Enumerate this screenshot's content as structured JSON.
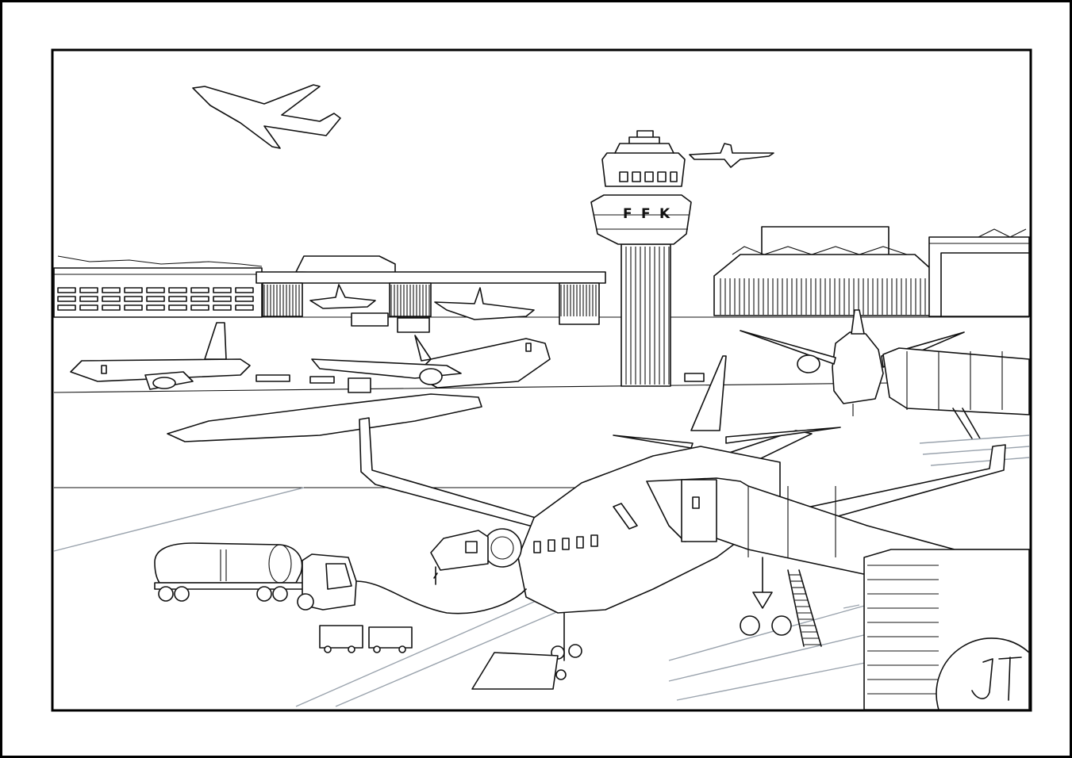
{
  "tower": {
    "letters": [
      "F",
      "F",
      "K"
    ]
  },
  "signature": {
    "text": "JT"
  },
  "colors": {
    "outer_border": "#000000",
    "paper": "#ffffff",
    "ink": "#111111",
    "markings": "#9aa3ad"
  }
}
